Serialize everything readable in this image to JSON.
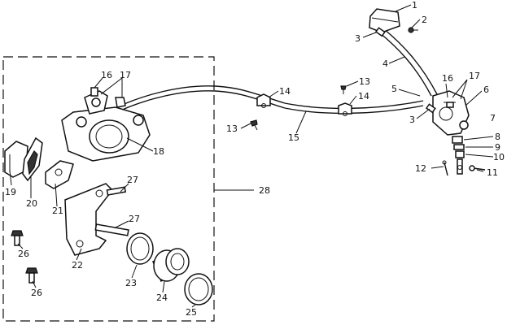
{
  "callouts": {
    "c1": "1",
    "c2": "2",
    "c3a": "3",
    "c3b": "3",
    "c4": "4",
    "c5": "5",
    "c6": "6",
    "c7": "7",
    "c8": "8",
    "c9": "9",
    "c10": "10",
    "c11": "11",
    "c12": "12",
    "c13a": "13",
    "c13b": "13",
    "c14a": "14",
    "c14b": "14",
    "c15": "15",
    "c16a": "16",
    "c16b": "16",
    "c17a": "17",
    "c17b": "17",
    "c18": "18",
    "c19": "19",
    "c20": "20",
    "c21": "21",
    "c22": "22",
    "c23": "23",
    "c24": "24",
    "c25": "25",
    "c26a": "26",
    "c26b": "26",
    "c27a": "27",
    "c27b": "27",
    "c28": "28"
  }
}
